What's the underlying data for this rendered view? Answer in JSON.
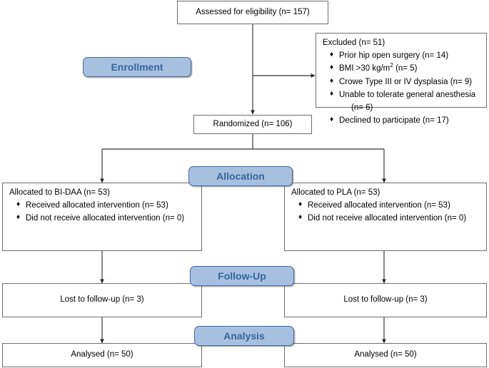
{
  "diagram": {
    "title": "CONSORT participant flow diagram",
    "accent_blue_fill": "#a8c0e0",
    "accent_blue_text": "#33689c",
    "box_border": "#6e6e6e"
  },
  "stages": {
    "enrollment": "Enrollment",
    "allocation": "Allocation",
    "followup": "Follow-Up",
    "analysis": "Analysis"
  },
  "assessed": {
    "text": "Assessed for eligibility (n= 157)"
  },
  "excluded": {
    "heading": "Excluded (n= 51)",
    "bullet": "♦",
    "items": [
      "Prior hip open surgery (n= 14)",
      "BMI >30 kg/m",
      "Crowe Type III or IV dysplasia  (n= 9)",
      "Unable to tolerate general anesthesia",
      "(n= 6)",
      "Declined to participate (n= 17)"
    ],
    "bmi_sup": "2",
    "bmi_tail": "  (n= 5)"
  },
  "randomized": {
    "text": "Randomized (n= 106)"
  },
  "allocation_left": {
    "heading": "Allocated to BI-DAA (n= 53)",
    "bullet": "♦",
    "items": [
      "Received allocated intervention (n= 53)",
      "Did not receive allocated intervention (n= 0)"
    ]
  },
  "allocation_right": {
    "heading": "Allocated to PLA (n= 53)",
    "bullet": "♦",
    "items": [
      "Received allocated intervention (n= 53)",
      "Did not receive allocated intervention (n= 0)"
    ]
  },
  "followup_left": {
    "text": "Lost to follow-up (n= 3)"
  },
  "followup_right": {
    "text": "Lost to follow-up (n= 3)"
  },
  "analysis_left": {
    "text": "Analysed (n= 50)"
  },
  "analysis_right": {
    "text": "Analysed (n= 50)"
  },
  "chart_data": {
    "type": "diagram",
    "flow": "CONSORT",
    "nodes": [
      {
        "id": "assessed",
        "label": "Assessed for eligibility (n= 157)",
        "n": 157
      },
      {
        "id": "excluded",
        "label": "Excluded (n= 51)",
        "n": 51
      },
      {
        "id": "randomized",
        "label": "Randomized (n= 106)",
        "n": 106
      },
      {
        "id": "alloc_bidaa",
        "label": "Allocated to BI-DAA (n= 53)",
        "n": 53
      },
      {
        "id": "alloc_pla",
        "label": "Allocated to PLA (n= 53)",
        "n": 53
      },
      {
        "id": "lost_left",
        "label": "Lost to follow-up (n= 3)",
        "n": 3
      },
      {
        "id": "lost_right",
        "label": "Lost to follow-up (n= 3)",
        "n": 3
      },
      {
        "id": "analysed_left",
        "label": "Analysed (n= 50)",
        "n": 50
      },
      {
        "id": "analysed_right",
        "label": "Analysed (n= 50)",
        "n": 50
      }
    ],
    "exclusion_reasons": [
      {
        "reason": "Prior hip open surgery",
        "n": 14
      },
      {
        "reason": "BMI >30 kg/m2",
        "n": 5
      },
      {
        "reason": "Crowe Type III or IV dysplasia",
        "n": 9
      },
      {
        "reason": "Unable to tolerate general anesthesia",
        "n": 6
      },
      {
        "reason": "Declined to participate",
        "n": 17
      }
    ]
  }
}
